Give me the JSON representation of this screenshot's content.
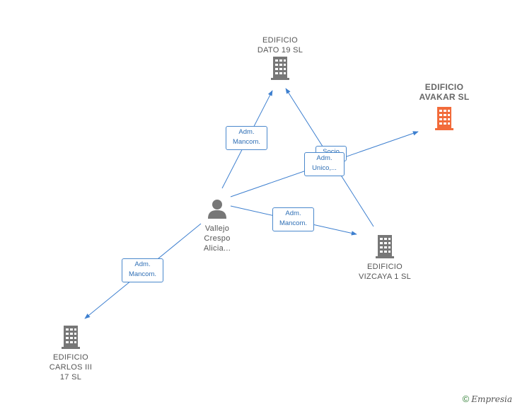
{
  "nodes": {
    "dato19": {
      "label": "EDIFICIO\nDATO 19 SL",
      "icon": "building-icon",
      "color": "#777777"
    },
    "avakar": {
      "label": "EDIFICIO\nAVAKAR  SL",
      "icon": "building-icon",
      "color": "#f26b3a"
    },
    "vallejo": {
      "label": "Vallejo\nCrespo\nAlicia...",
      "icon": "person-icon",
      "color": "#777777"
    },
    "vizcaya": {
      "label": "EDIFICIO\nVIZCAYA 1  SL",
      "icon": "building-icon",
      "color": "#777777"
    },
    "carlos": {
      "label": "EDIFICIO\nCARLOS III\n17  SL",
      "icon": "building-icon",
      "color": "#777777"
    }
  },
  "relations": {
    "r_dato": "Adm.\nMancom.",
    "r_socio": "Socio",
    "r_avakar": "Adm.\nUnico,...",
    "r_vizcaya": "Adm.\nMancom.",
    "r_carlos": "Adm.\nMancom."
  },
  "colors": {
    "edge": "#3d7fcf",
    "main": "#f26b3a",
    "node": "#777777"
  },
  "footer": {
    "copyright": "©",
    "brand": "Empresia"
  }
}
